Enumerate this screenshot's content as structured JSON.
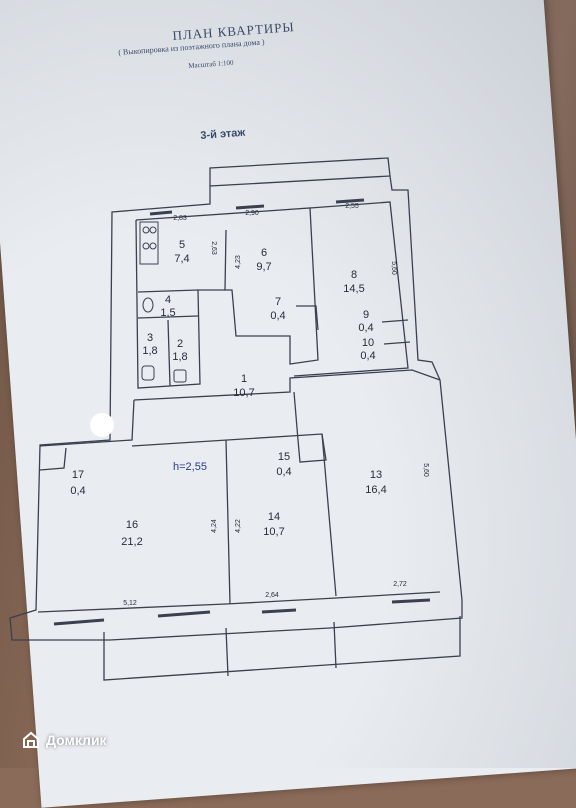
{
  "header": {
    "title": "ПЛАН КВАРТИРЫ",
    "subtitle": "( Выкопировка из поэтажного плана дома )",
    "scale": "Масштаб 1:100",
    "floor": "3-й этаж"
  },
  "ceiling_height": "h=2,55",
  "rooms": [
    {
      "num": "1",
      "area": "10,7"
    },
    {
      "num": "2",
      "area": "1,8"
    },
    {
      "num": "3",
      "area": "1,8"
    },
    {
      "num": "4",
      "area": "1,5"
    },
    {
      "num": "5",
      "area": "7,4"
    },
    {
      "num": "6",
      "area": "9,7"
    },
    {
      "num": "7",
      "area": "0,4"
    },
    {
      "num": "8",
      "area": "14,5"
    },
    {
      "num": "9",
      "area": "0,4"
    },
    {
      "num": "10",
      "area": "0,4"
    },
    {
      "num": "13",
      "area": "16,4"
    },
    {
      "num": "14",
      "area": "10,7"
    },
    {
      "num": "15",
      "area": "0,4"
    },
    {
      "num": "16",
      "area": "21,2"
    },
    {
      "num": "17",
      "area": "0,4"
    }
  ],
  "dimensions": [
    "2,83",
    "2,90",
    "2,55",
    "2,63",
    "4,23",
    "5,60",
    "5,60",
    "4,24",
    "4,22",
    "5,12",
    "2,64",
    "2,72"
  ],
  "watermark": {
    "brand": "Домклик",
    "icon": "domclick-house-icon"
  }
}
